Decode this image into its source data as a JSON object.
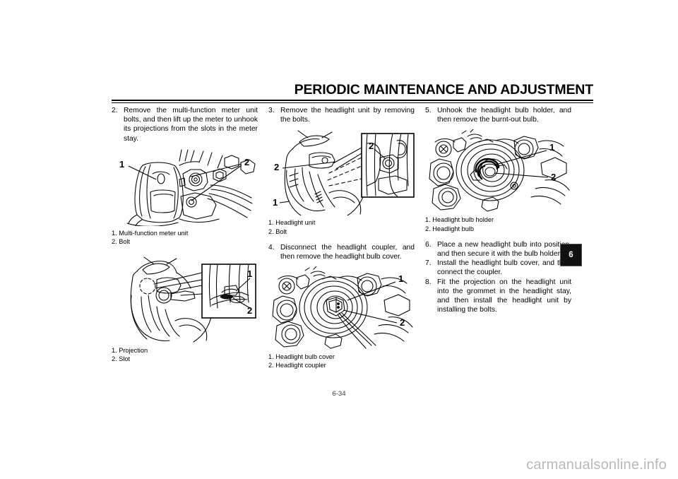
{
  "document": {
    "header_title": "PERIODIC MAINTENANCE AND ADJUSTMENT",
    "page_number": "6-34",
    "chapter_tab": "6",
    "watermark": "carmanualsonline.info"
  },
  "columns": [
    {
      "id": "column-1",
      "steps": [
        {
          "number": "2.",
          "text": "Remove the multi-function meter unit bolts, and then lift up the meter to unhook its projections from the slots in the meter stay."
        }
      ],
      "figures": [
        {
          "id": "figure-meter-unit",
          "alt": "Multi-function meter unit with bolts",
          "callouts": [
            "1",
            "2"
          ],
          "captions": [
            "1. Multi-function meter unit",
            "2. Bolt"
          ]
        },
        {
          "id": "figure-projection-slot",
          "alt": "Meter stay projection and slot with inset detail",
          "callouts": [
            "1",
            "2"
          ],
          "captions": [
            "1. Projection",
            "2. Slot"
          ]
        }
      ]
    },
    {
      "id": "column-2",
      "steps": [
        {
          "number": "3.",
          "text": "Remove the headlight unit by removing the bolts."
        },
        {
          "number": "4.",
          "text": "Disconnect the headlight coupler, and then remove the headlight bulb cover."
        }
      ],
      "figures": [
        {
          "id": "figure-headlight-unit",
          "alt": "Headlight unit and bolt with inset detail",
          "callouts": [
            "1",
            "2"
          ],
          "captions": [
            "1. Headlight unit",
            "2. Bolt"
          ]
        },
        {
          "id": "figure-bulb-cover",
          "alt": "Headlight bulb cover and coupler",
          "callouts": [
            "1",
            "2"
          ],
          "captions": [
            "1. Headlight bulb cover",
            "2. Headlight coupler"
          ]
        }
      ]
    },
    {
      "id": "column-3",
      "steps": [
        {
          "number": "5.",
          "text": "Unhook the headlight bulb holder, and then remove the burnt-out bulb."
        },
        {
          "number": "6.",
          "text": "Place a new headlight bulb into position, and then secure it with the bulb holder."
        },
        {
          "number": "7.",
          "text": "Install the headlight bulb cover, and then connect the coupler."
        },
        {
          "number": "8.",
          "text": "Fit the projection on the headlight unit into the grommet in the headlight stay, and then install the headlight unit by installing the bolts."
        }
      ],
      "figures": [
        {
          "id": "figure-bulb-holder",
          "alt": "Headlight bulb holder and bulb",
          "callouts": [
            "1",
            "2"
          ],
          "captions": [
            "1. Headlight bulb holder",
            "2. Headlight bulb"
          ]
        }
      ]
    }
  ]
}
